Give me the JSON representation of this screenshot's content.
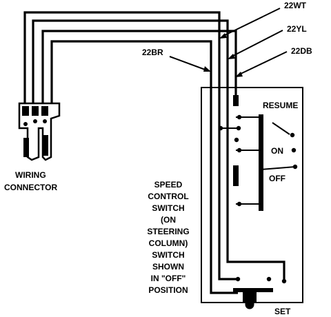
{
  "wire_labels": {
    "wt": "22WT",
    "yl": "22YL",
    "db": "22DB",
    "br": "22BR"
  },
  "connector_label": [
    "WIRING",
    "CONNECTOR"
  ],
  "switch_labels": {
    "resume": "RESUME",
    "on": "ON",
    "off": "OFF",
    "set": "SET"
  },
  "caption": [
    "SPEED",
    "CONTROL",
    "SWITCH",
    "(ON",
    "STEERING",
    "COLUMN)",
    "SWITCH",
    "SHOWN",
    "IN \"OFF\"",
    "POSITION"
  ],
  "colors": {
    "ink": "#000000",
    "paper": "#ffffff"
  }
}
